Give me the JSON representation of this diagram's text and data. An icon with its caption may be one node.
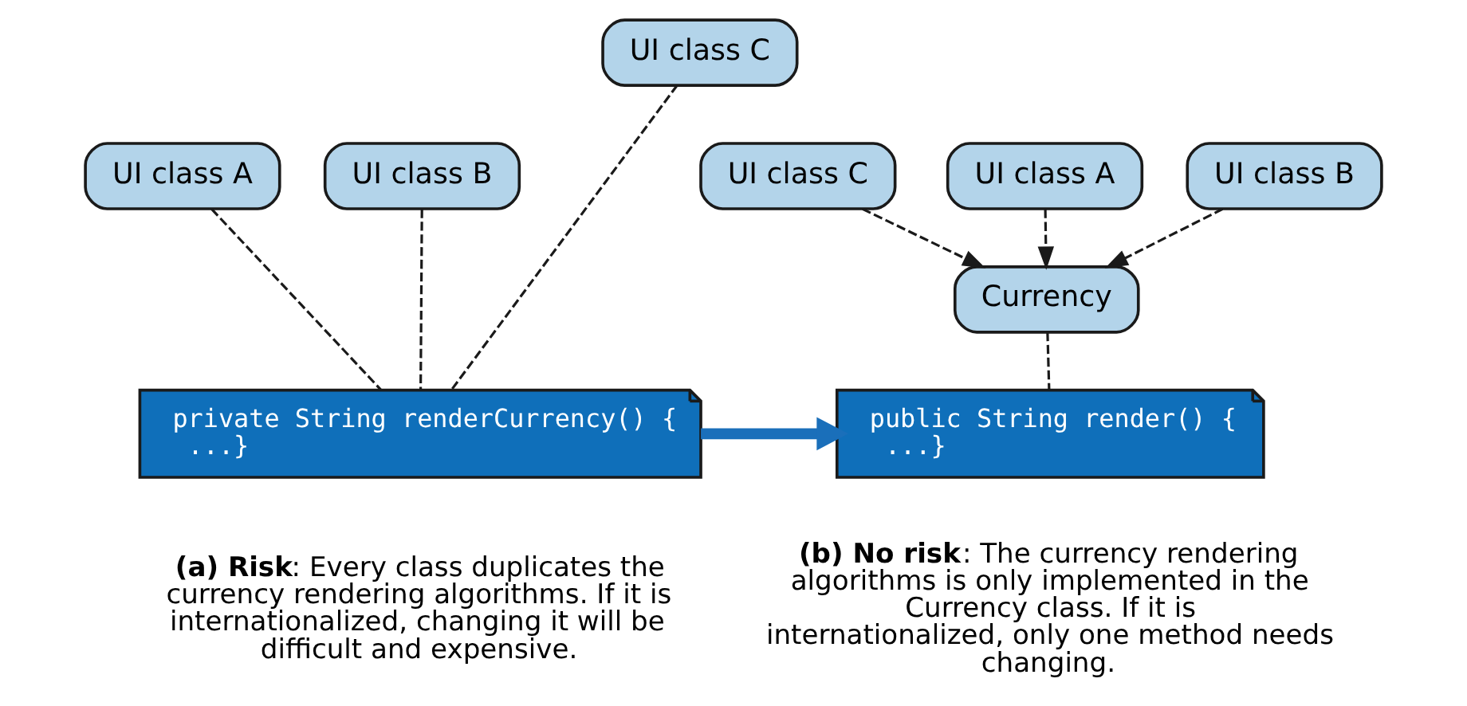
{
  "diagram": {
    "nodes": [
      {
        "text": [
          "UI class A"
        ]
      },
      {
        "text": [
          "UI class B"
        ]
      },
      {
        "text": [
          "UI class C"
        ]
      },
      {
        "text": [
          "private String renderCurrency() {",
          "...}"
        ]
      },
      {
        "text": [
          "UI class A"
        ]
      },
      {
        "text": [
          "UI class B"
        ]
      },
      {
        "text": [
          "UI class C"
        ]
      },
      {
        "text": [
          "Currency"
        ]
      },
      {
        "text": [
          "public String render() {",
          "...}"
        ]
      }
    ],
    "edges": [
      {
        "from": 0,
        "to": 3,
        "arrow": "none",
        "style": "dashed"
      },
      {
        "from": 2,
        "to": 3,
        "arrow": "none",
        "style": "dashed"
      },
      {
        "from": 1,
        "to": 3,
        "arrow": "none",
        "style": "dashed"
      },
      {
        "from": 4,
        "to": 7,
        "arrow": "to",
        "style": "dashed"
      },
      {
        "from": 6,
        "to": 7,
        "arrow": "to",
        "style": "dashed"
      },
      {
        "from": 5,
        "to": 7,
        "arrow": "to",
        "style": "dashed"
      },
      {
        "from": 7,
        "to": 8,
        "arrow": "none",
        "style": "dashed"
      },
      {
        "from": 3,
        "to": 8,
        "arrow": "to",
        "style": "thick",
        "color": "#1a6fba"
      }
    ],
    "labels": [
      "**(a) Risk**: Every class duplicates the currency rendering algorithms. If it is internationalized, changing it will be difficult and expensive.",
      "**(b) No risk**: The currency rendering algorithms is only implemented in the Currency class. If it is internationalized, only one method needs changing."
    ]
  }
}
